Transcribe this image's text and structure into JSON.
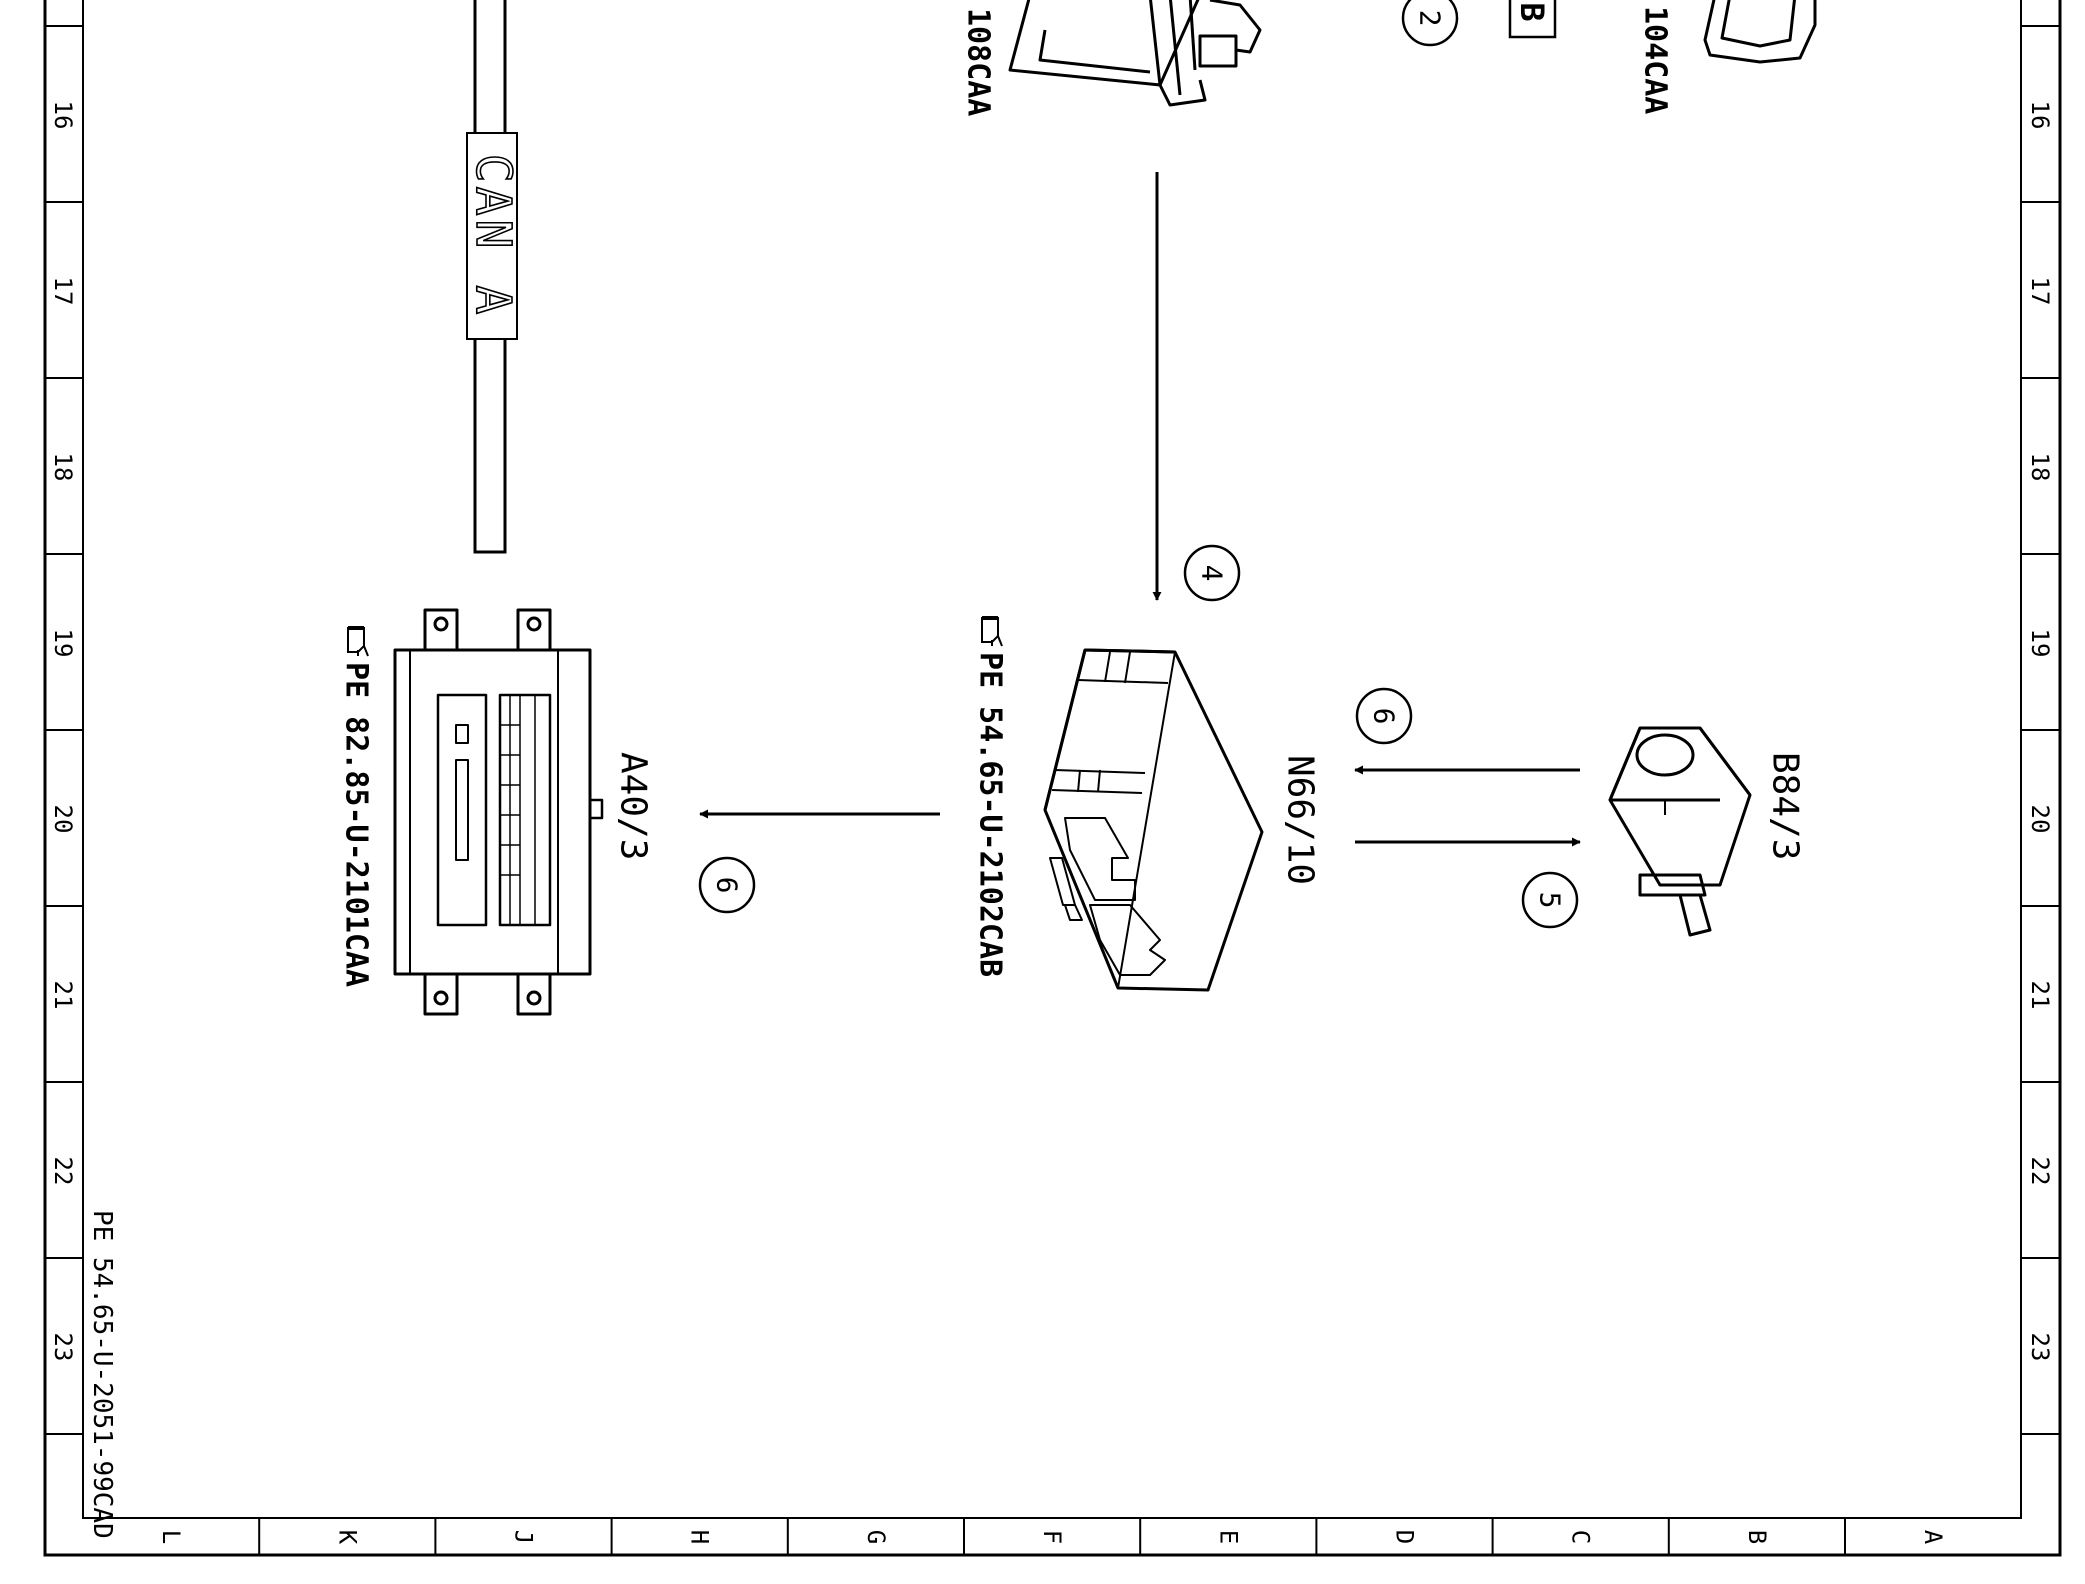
{
  "frame": {
    "row_numbers": [
      "16",
      "17",
      "18",
      "19",
      "20",
      "21",
      "22",
      "23"
    ],
    "column_letters": [
      "L",
      "K",
      "J",
      "H",
      "G",
      "F",
      "E",
      "D",
      "C",
      "B",
      "A"
    ]
  },
  "bus": {
    "label": "CAN A"
  },
  "components": {
    "top_left_ref_fragment": "108CAA",
    "top_right_ref_fragment": "104CAA",
    "top_callout": "2",
    "top_box_letter": "B",
    "a40": {
      "name": "A40/3",
      "ref": "PE 82.85-U-2101CAA"
    },
    "n66": {
      "name": "N66/10",
      "ref": "PE 54.65-U-2102CAB"
    },
    "b84": {
      "name": "B84/3"
    }
  },
  "callouts": {
    "c4": "4",
    "c6_upper": "6",
    "c6_left": "6",
    "c5": "5"
  },
  "drawing_id": "PE 54.65-U-2051-99CAD"
}
